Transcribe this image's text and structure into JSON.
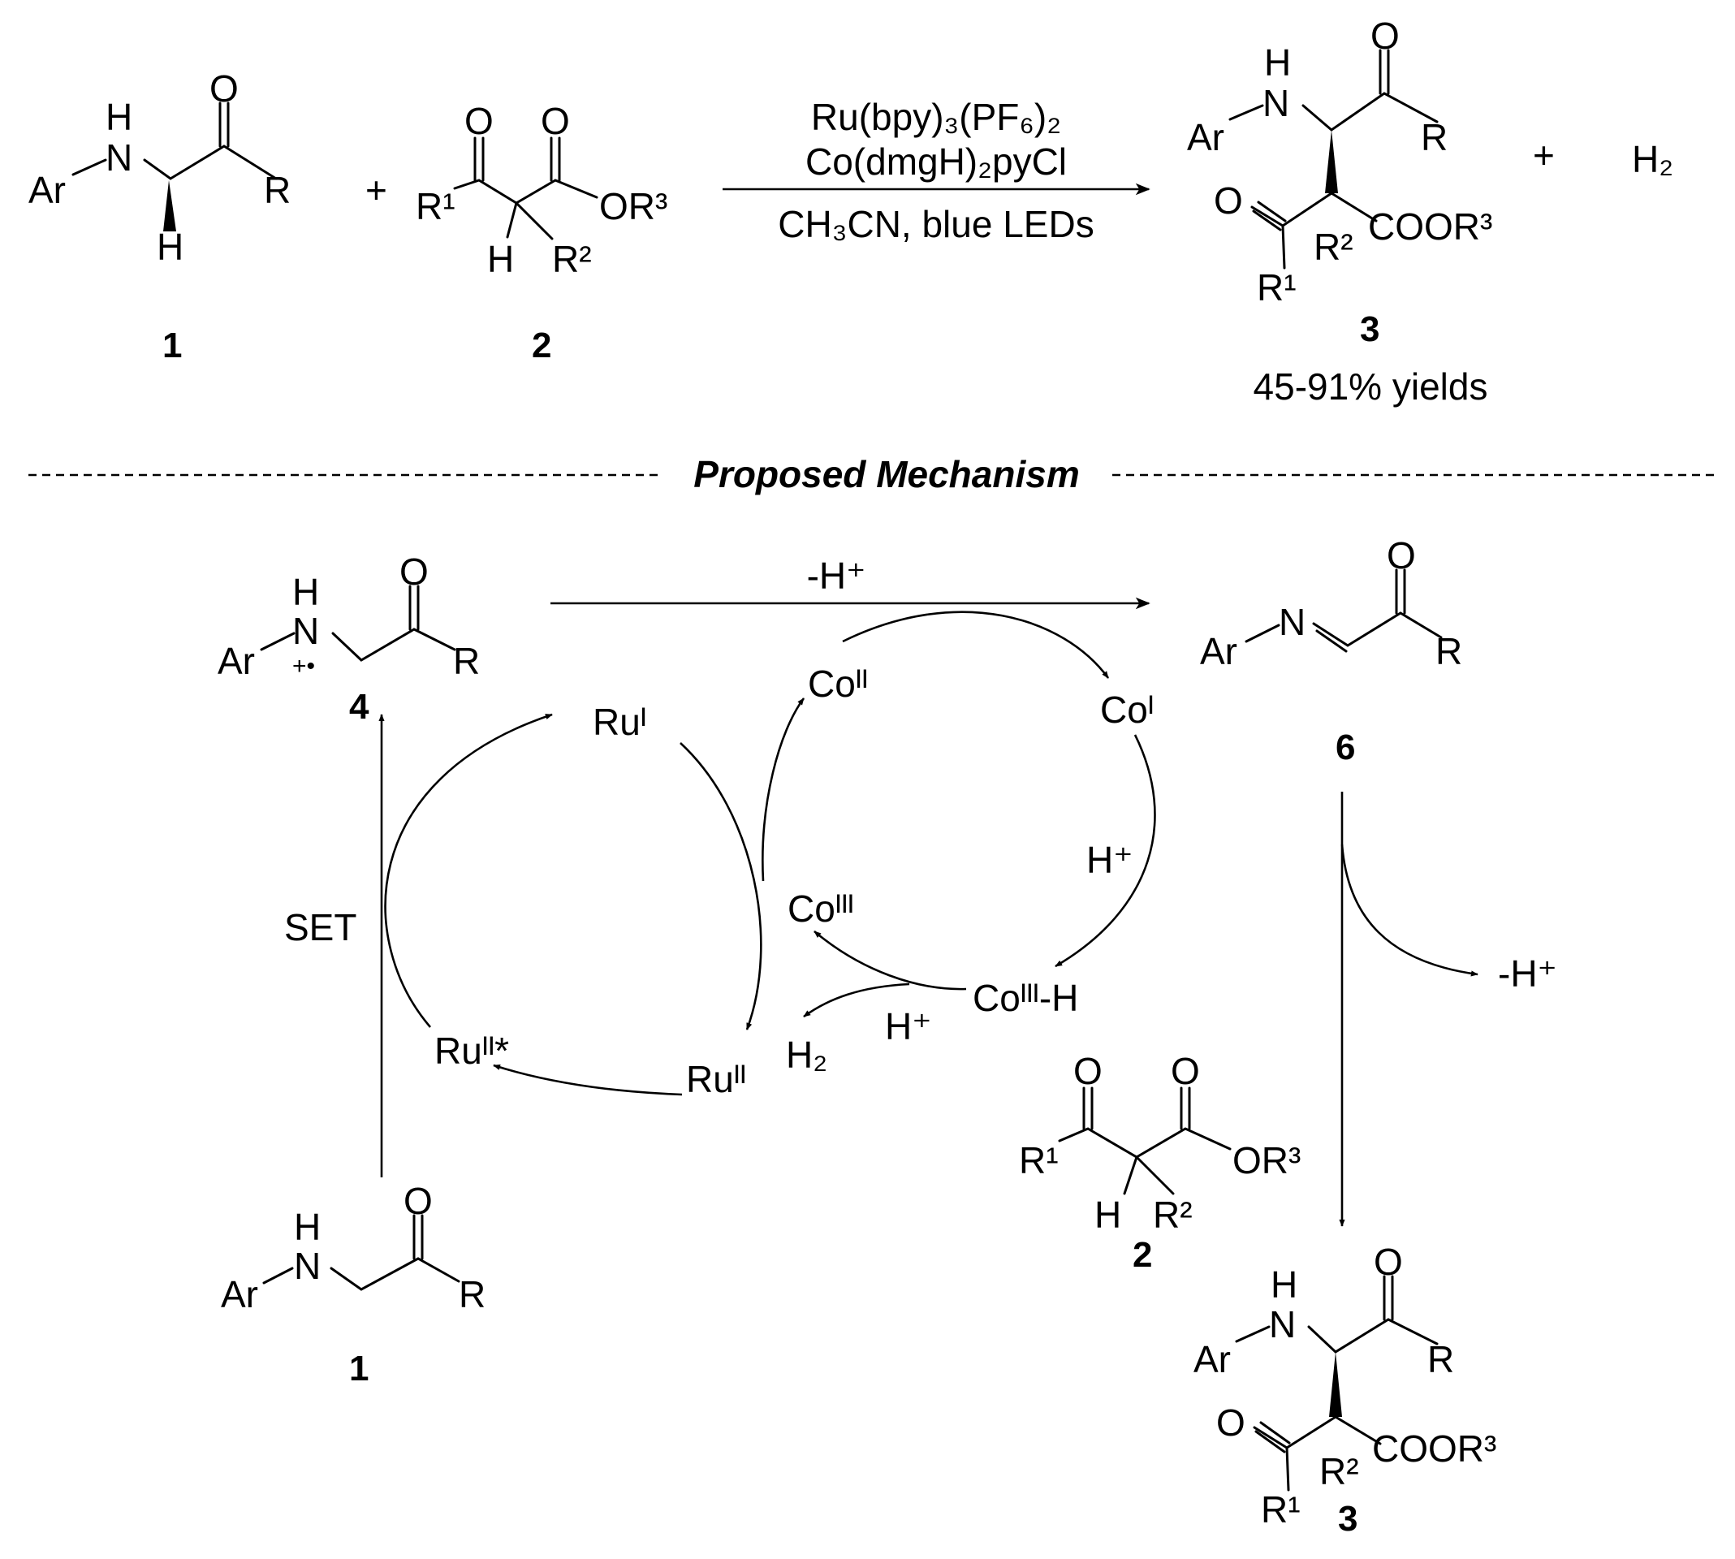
{
  "reaction": {
    "catalyst_1": "Ru(bpy)₃(PF₆)₂",
    "catalyst_2": "Co(dmgH)₂pyCl",
    "conditions": "CH₃CN, blue LEDs",
    "plus": "+",
    "byproduct": "H₂",
    "yield": "45-91% yields"
  },
  "compounds": {
    "c1": "1",
    "c2": "2",
    "c3": "3",
    "c4": "4",
    "c6": "6"
  },
  "atoms": {
    "h": "H",
    "n": "N",
    "o": "O",
    "ar": "Ar",
    "r": "R",
    "r1": "R¹",
    "r2": "R²",
    "or3": "OR³",
    "coor3": "COOR³",
    "radical_cation": "+•"
  },
  "mechanism": {
    "title": "Proposed Mechanism",
    "deprotonation": "-H⁺",
    "proton": "H⁺",
    "set": "SET",
    "ru_i": "Ruᴵ",
    "ru_ii": "Ruᴵᴵ",
    "ru_ii_star": "Ruᴵᴵ*",
    "co_i": "Coᴵ",
    "co_ii": "Coᴵᴵ",
    "co_iii": "Coᴵᴵᴵ",
    "co_iii_h": "Coᴵᴵᴵ-H",
    "h2": "H₂"
  }
}
